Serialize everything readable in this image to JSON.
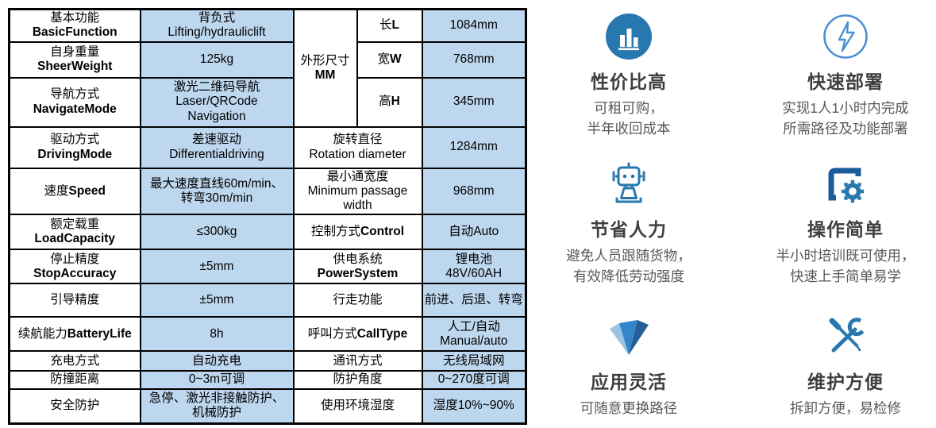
{
  "colors": {
    "cell_fill_blue": "#BDD7EE",
    "table_border": "#000000",
    "icon_blue": "#2878B0",
    "icon_blue_outline": "#4A90D2",
    "icon_blue_dark": "#1B5A9B",
    "triangle_light": "#9CC3E4",
    "triangle_mid": "#3585C9",
    "triangle_dark": "#255E94",
    "feature_title_text": "#3F3F3F",
    "feature_desc_text": "#595959"
  },
  "spec": {
    "col1": [
      {
        "zh": "基本功能",
        "en": "BasicFunction"
      },
      {
        "zh": "自身重量",
        "en": "SheerWeight"
      },
      {
        "zh": "导航方式",
        "en": "NavigateMode"
      },
      {
        "zh": "驱动方式",
        "en": "DrivingMode"
      },
      {
        "zh": "速度",
        "en": "Speed"
      },
      {
        "zh": "额定载重",
        "en": "LoadCapacity"
      },
      {
        "zh": "停止精度",
        "en": "StopAccuracy"
      },
      {
        "zh": "引导精度"
      },
      {
        "zh": "续航能力",
        "en": "BatteryLife"
      },
      {
        "zh": "充电方式"
      },
      {
        "zh": "防撞距离"
      },
      {
        "zh": "安全防护"
      }
    ],
    "col2": [
      {
        "l1": "背负式",
        "l2": "Lifting/hydrauliclift"
      },
      {
        "l1": "125kg"
      },
      {
        "l1": "激光二维码导航",
        "l2": "Laser/QRCode",
        "l3": "Navigation"
      },
      {
        "l1": "差速驱动",
        "l2": "Differentialdriving"
      },
      {
        "l1": "最大速度直线60m/min、",
        "l2": "转弯30m/min"
      },
      {
        "l1": "≤300kg"
      },
      {
        "l1": "±5mm"
      },
      {
        "l1": "±5mm"
      },
      {
        "l1": "8h"
      },
      {
        "l1": "自动充电"
      },
      {
        "l1": "0~3m可调"
      },
      {
        "l1": "急停、激光非接触防护、",
        "l2": "机械防护"
      }
    ],
    "dim": {
      "zh": "外形尺寸",
      "en": "MM",
      "rows": [
        {
          "zh": "长",
          "en": "L",
          "value": "1084mm"
        },
        {
          "zh": "宽",
          "en": "W",
          "value": "768mm"
        },
        {
          "zh": "高",
          "en": "H",
          "value": "345mm"
        }
      ]
    },
    "col3": [
      {
        "zh": "旋转直径",
        "en2": "Rotation diameter"
      },
      {
        "zh": "最小通宽度",
        "en2": "Minimum passage width"
      },
      {
        "zh": "控制方式",
        "en": "Control"
      },
      {
        "zh": "供电系统",
        "en": "PowerSystem"
      },
      {
        "zh": "行走功能"
      },
      {
        "zh": "呼叫方式",
        "en": "CallType"
      },
      {
        "zh": "通讯方式"
      },
      {
        "zh": "防护角度"
      },
      {
        "zh": "使用环境湿度"
      }
    ],
    "col4": [
      {
        "l1": "1284mm"
      },
      {
        "l1": "968mm"
      },
      {
        "l1": "自动Auto"
      },
      {
        "l1": "锂电池",
        "l2": "48V/60AH"
      },
      {
        "l1": "前进、后退、转弯"
      },
      {
        "l1": "人工/自动",
        "l2": "Manual/auto"
      },
      {
        "l1": "无线局域网"
      },
      {
        "l1": "0~270度可调"
      },
      {
        "l1": "湿度10%~90%"
      }
    ]
  },
  "features": [
    {
      "icon": "bar-chart-circle-icon",
      "title": "性价比高",
      "desc1": "可租可购，",
      "desc2": "半年收回成本"
    },
    {
      "icon": "lightning-circle-icon",
      "title": "快速部署",
      "desc1": "实现1人1小时内完成",
      "desc2": "所需路径及功能部署"
    },
    {
      "icon": "robot-icon",
      "title": "节省人力",
      "desc1": "避免人员跟随货物，",
      "desc2": "有效降低劳动强度"
    },
    {
      "icon": "gear-frame-icon",
      "title": "操作简单",
      "desc1": "半小时培训既可使用，",
      "desc2": "快速上手简单易学"
    },
    {
      "icon": "triangle-3d-icon",
      "title": "应用灵活",
      "desc1": "可随意更换路径"
    },
    {
      "icon": "tools-icon",
      "title": "维护方便",
      "desc1": "拆卸方便，易检修"
    }
  ]
}
